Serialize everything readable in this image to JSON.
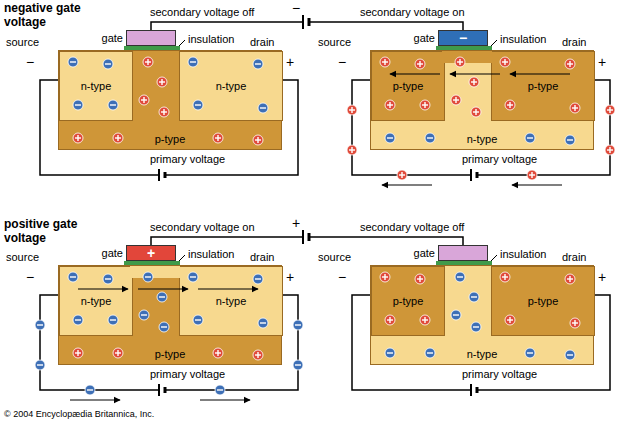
{
  "diagram": {
    "nodes": [
      {
        "text": [
          "gate"
        ]
      },
      {
        "text": [
          "p-type"
        ]
      },
      {
        "text": [
          "n-type"
        ],
        "in": 1
      },
      {
        "text": [
          "n-type"
        ],
        "in": 1
      },
      {
        "text": [
          "gate"
        ]
      },
      {
        "text": [
          "n-type"
        ]
      },
      {
        "text": [
          "p-type"
        ],
        "in": 5
      },
      {
        "text": [
          "p-type"
        ],
        "in": 5
      },
      {
        "text": [
          "gate"
        ]
      },
      {
        "text": [
          "p-type"
        ]
      },
      {
        "text": [
          "n-type"
        ],
        "in": 9
      },
      {
        "text": [
          "n-type"
        ],
        "in": 9
      },
      {
        "text": [
          "gate"
        ]
      },
      {
        "text": [
          "n-type"
        ]
      },
      {
        "text": [
          "p-type"
        ],
        "in": 13
      },
      {
        "text": [
          "p-type"
        ],
        "in": 13
      }
    ],
    "labels": [
      "negative gate voltage",
      "secondary voltage off",
      "−",
      "secondary voltage on",
      "source",
      "−",
      "insulation",
      "drain",
      "+",
      "primary voltage",
      "source",
      "−",
      "insulation",
      "drain",
      "+",
      "primary voltage",
      "−",
      "positive gate voltage",
      "secondary voltage on",
      "+",
      "secondary voltage off",
      "source",
      "−",
      "insulation",
      "drain",
      "+",
      "primary voltage",
      "+",
      "source",
      "−",
      "insulation",
      "drain",
      "+",
      "primary voltage",
      "© 2004 Encyclopædia Britannica, Inc."
    ]
  }
}
